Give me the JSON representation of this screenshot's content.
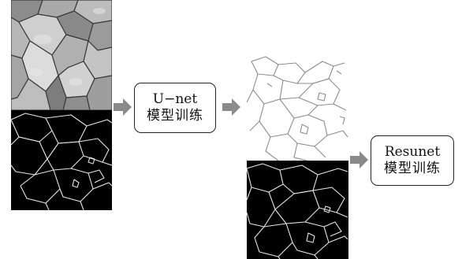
{
  "diagram": {
    "images": {
      "input_photo": "rock-photo",
      "label_mask": "edge-label-mask",
      "predicted_edges": "unet-edge-prediction",
      "predicted_mask": "resunet-input-mask"
    },
    "models": [
      {
        "name": "U−net",
        "caption": "模型训练"
      },
      {
        "name": "Resunet",
        "caption": "模型训练"
      }
    ],
    "colors": {
      "arrow": "#8a8a8a",
      "mask_background": "#000000",
      "mask_edges": "#e6e6e6",
      "box_border": "#222222"
    }
  }
}
